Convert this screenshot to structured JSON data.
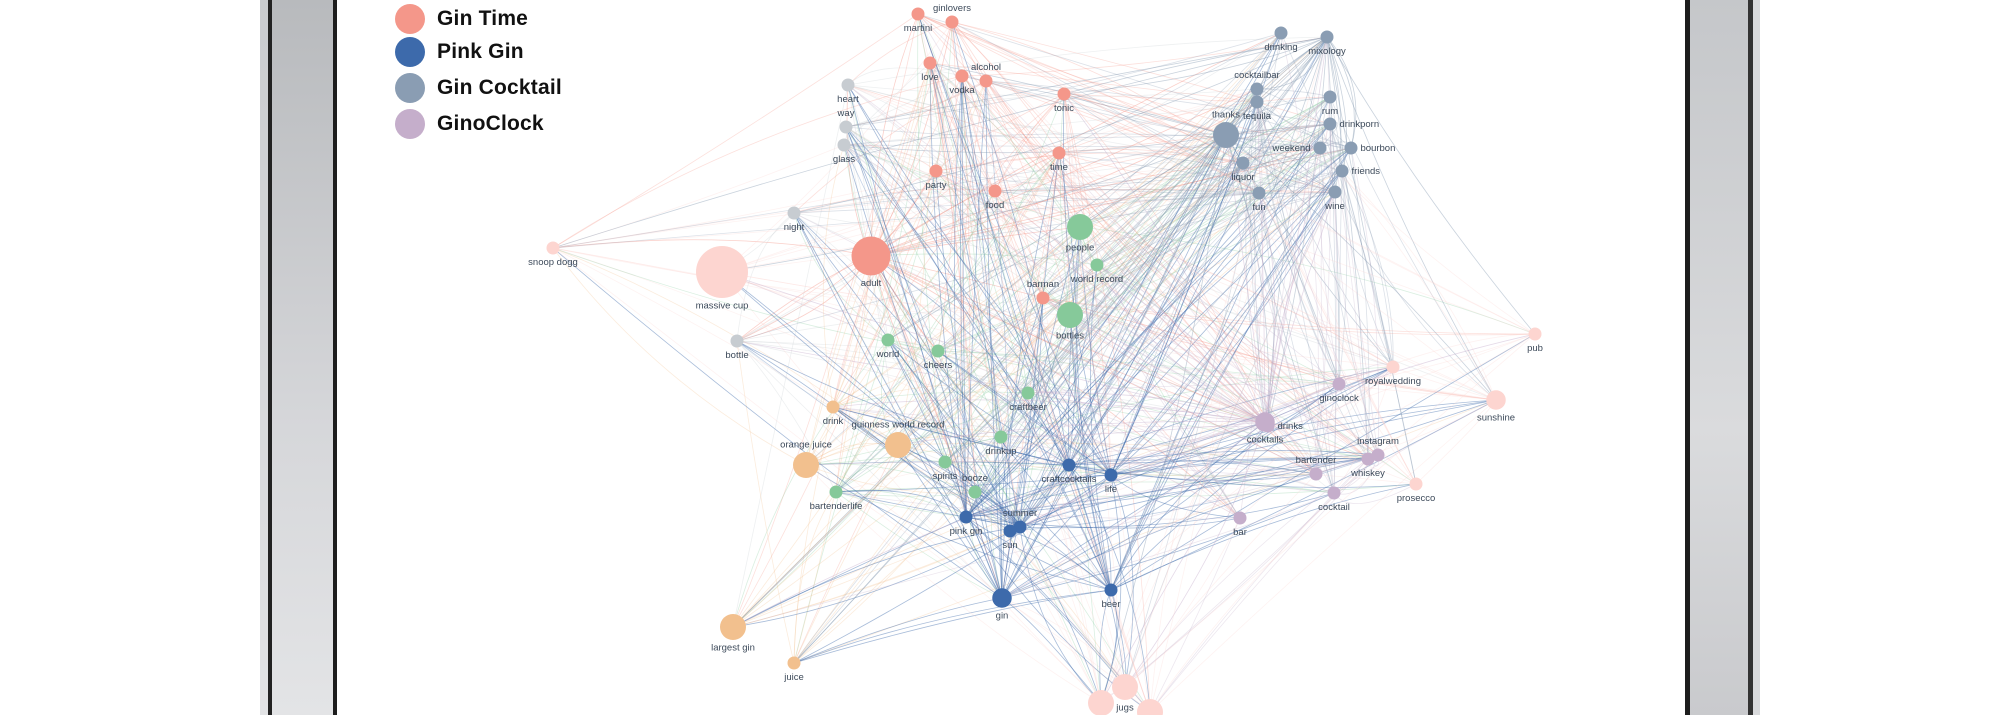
{
  "legend": [
    {
      "label": "Gin Time",
      "color": "#f4978a"
    },
    {
      "label": "Pink Gin",
      "color": "#3d6aab"
    },
    {
      "label": "Gin Cocktail",
      "color": "#8a9db3"
    },
    {
      "label": "GinoClock",
      "color": "#c5aecb"
    }
  ],
  "chart_data": {
    "type": "network",
    "group_colors": {
      "gin_time": "#f4978a",
      "pink_gin": "#3d6aab",
      "gin_cocktail": "#8a9db3",
      "ginoclock": "#c5aecb",
      "green": "#86c99a",
      "orange": "#f2c08e",
      "lightpink": "#fdd5d0",
      "lightgray": "#c7ccd1"
    },
    "nodes": [
      {
        "label": "martini",
        "group": "gin_time",
        "weight": 1
      },
      {
        "label": "ginlovers",
        "group": "gin_time",
        "weight": 1
      },
      {
        "label": "love",
        "group": "gin_time",
        "weight": 1
      },
      {
        "label": "vodka",
        "group": "gin_time",
        "weight": 1
      },
      {
        "label": "alcohol",
        "group": "gin_time",
        "weight": 1
      },
      {
        "label": "tonic",
        "group": "gin_time",
        "weight": 1
      },
      {
        "label": "time",
        "group": "gin_time",
        "weight": 1
      },
      {
        "label": "party",
        "group": "gin_time",
        "weight": 1
      },
      {
        "label": "food",
        "group": "gin_time",
        "weight": 1
      },
      {
        "label": "adult",
        "group": "gin_time",
        "weight": 3
      },
      {
        "label": "barman",
        "group": "gin_time",
        "weight": 1
      },
      {
        "label": "heart",
        "group": "lightgray",
        "weight": 1
      },
      {
        "label": "way",
        "group": "lightgray",
        "weight": 1
      },
      {
        "label": "glass",
        "group": "lightgray",
        "weight": 1
      },
      {
        "label": "night",
        "group": "lightgray",
        "weight": 1
      },
      {
        "label": "bottle",
        "group": "lightgray",
        "weight": 1
      },
      {
        "label": "snoop dogg",
        "group": "lightpink",
        "weight": 1
      },
      {
        "label": "massive cup",
        "group": "lightpink",
        "weight": 4
      },
      {
        "label": "people",
        "group": "green",
        "weight": 2
      },
      {
        "label": "world record",
        "group": "green",
        "weight": 1
      },
      {
        "label": "bottles",
        "group": "green",
        "weight": 2
      },
      {
        "label": "world",
        "group": "green",
        "weight": 1
      },
      {
        "label": "cheers",
        "group": "green",
        "weight": 1
      },
      {
        "label": "craftbeer",
        "group": "green",
        "weight": 1
      },
      {
        "label": "drinkup",
        "group": "green",
        "weight": 1
      },
      {
        "label": "spirits",
        "group": "green",
        "weight": 1
      },
      {
        "label": "booze",
        "group": "green",
        "weight": 1
      },
      {
        "label": "bartenderlife",
        "group": "green",
        "weight": 1
      },
      {
        "label": "drink",
        "group": "orange",
        "weight": 1
      },
      {
        "label": "guinness world record",
        "group": "orange",
        "weight": 2
      },
      {
        "label": "orange juice",
        "group": "orange",
        "weight": 2
      },
      {
        "label": "largest gin",
        "group": "orange",
        "weight": 2
      },
      {
        "label": "juice",
        "group": "orange",
        "weight": 1
      },
      {
        "label": "pink gin",
        "group": "pink_gin",
        "weight": 1
      },
      {
        "label": "summer",
        "group": "pink_gin",
        "weight": 1
      },
      {
        "label": "sun",
        "group": "pink_gin",
        "weight": 1
      },
      {
        "label": "craftcocktails",
        "group": "pink_gin",
        "weight": 1
      },
      {
        "label": "life",
        "group": "pink_gin",
        "weight": 1
      },
      {
        "label": "gin",
        "group": "pink_gin",
        "weight": 1.5
      },
      {
        "label": "beer",
        "group": "pink_gin",
        "weight": 1
      },
      {
        "label": "drinking",
        "group": "gin_cocktail",
        "weight": 1
      },
      {
        "label": "mixology",
        "group": "gin_cocktail",
        "weight": 1
      },
      {
        "label": "cocktailbar",
        "group": "gin_cocktail",
        "weight": 1
      },
      {
        "label": "tequila",
        "group": "gin_cocktail",
        "weight": 1
      },
      {
        "label": "rum",
        "group": "gin_cocktail",
        "weight": 1
      },
      {
        "label": "drinkporn",
        "group": "gin_cocktail",
        "weight": 1
      },
      {
        "label": "thanks",
        "group": "gin_cocktail",
        "weight": 2
      },
      {
        "label": "weekend",
        "group": "gin_cocktail",
        "weight": 1
      },
      {
        "label": "bourbon",
        "group": "gin_cocktail",
        "weight": 1
      },
      {
        "label": "liquor",
        "group": "gin_cocktail",
        "weight": 1
      },
      {
        "label": "friends",
        "group": "gin_cocktail",
        "weight": 1
      },
      {
        "label": "fun",
        "group": "gin_cocktail",
        "weight": 1
      },
      {
        "label": "wine",
        "group": "gin_cocktail",
        "weight": 1
      },
      {
        "label": "pub",
        "group": "lightpink",
        "weight": 1
      },
      {
        "label": "royalwedding",
        "group": "lightpink",
        "weight": 1
      },
      {
        "label": "sunshine",
        "group": "lightpink",
        "weight": 1.5
      },
      {
        "label": "prosecco",
        "group": "lightpink",
        "weight": 1
      },
      {
        "label": "ginoclock",
        "group": "ginoclock",
        "weight": 1
      },
      {
        "label": "cocktails",
        "group": "ginoclock",
        "weight": 1.5
      },
      {
        "label": "drinks",
        "group": "ginoclock",
        "weight": 1
      },
      {
        "label": "whiskey",
        "group": "ginoclock",
        "weight": 1
      },
      {
        "label": "instagram",
        "group": "ginoclock",
        "weight": 1
      },
      {
        "label": "bartender",
        "group": "ginoclock",
        "weight": 1
      },
      {
        "label": "cocktail",
        "group": "ginoclock",
        "weight": 1
      },
      {
        "label": "bar",
        "group": "ginoclock",
        "weight": 1
      },
      {
        "label": "jugs",
        "group": "lightpink",
        "weight": 2
      },
      {
        "label": "",
        "group": "lightpink",
        "weight": 2
      },
      {
        "label": "",
        "group": "lightpink",
        "weight": 2
      }
    ]
  }
}
